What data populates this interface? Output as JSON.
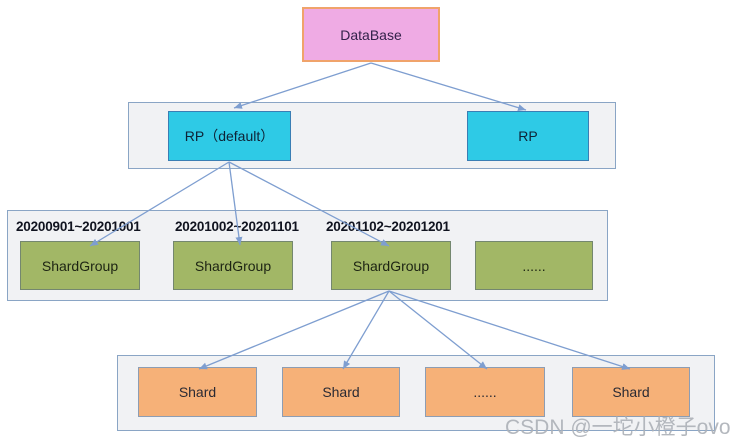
{
  "diagram": {
    "database": {
      "label": "DataBase"
    },
    "rp_row": {
      "items": [
        {
          "label": "RP（default）"
        },
        {
          "label": "RP"
        }
      ]
    },
    "shardgroup_row": {
      "groups": [
        {
          "date": "20200901~20201001",
          "label": "ShardGroup"
        },
        {
          "date": "20201002~20201101",
          "label": "ShardGroup"
        },
        {
          "date": "20201102~20201201",
          "label": "ShardGroup"
        },
        {
          "date": "",
          "label": "......"
        }
      ]
    },
    "shard_row": {
      "items": [
        {
          "label": "Shard"
        },
        {
          "label": "Shard"
        },
        {
          "label": "......"
        },
        {
          "label": "Shard"
        }
      ]
    }
  },
  "watermark": "CSDN @一坨小橙子ovo",
  "colors": {
    "database_fill": "#efabe4",
    "database_border": "#f0a36b",
    "rp_fill": "#2ecae6",
    "rp_border": "#3a7eb4",
    "shardgroup_fill": "#a2b766",
    "shard_fill": "#f6b178",
    "shard_border": "#8d9db3",
    "container_fill": "#f1f2f4",
    "container_border": "#8aa5c5",
    "arrow": "#7e9ed0",
    "watermark_text": "#acb0b7"
  }
}
